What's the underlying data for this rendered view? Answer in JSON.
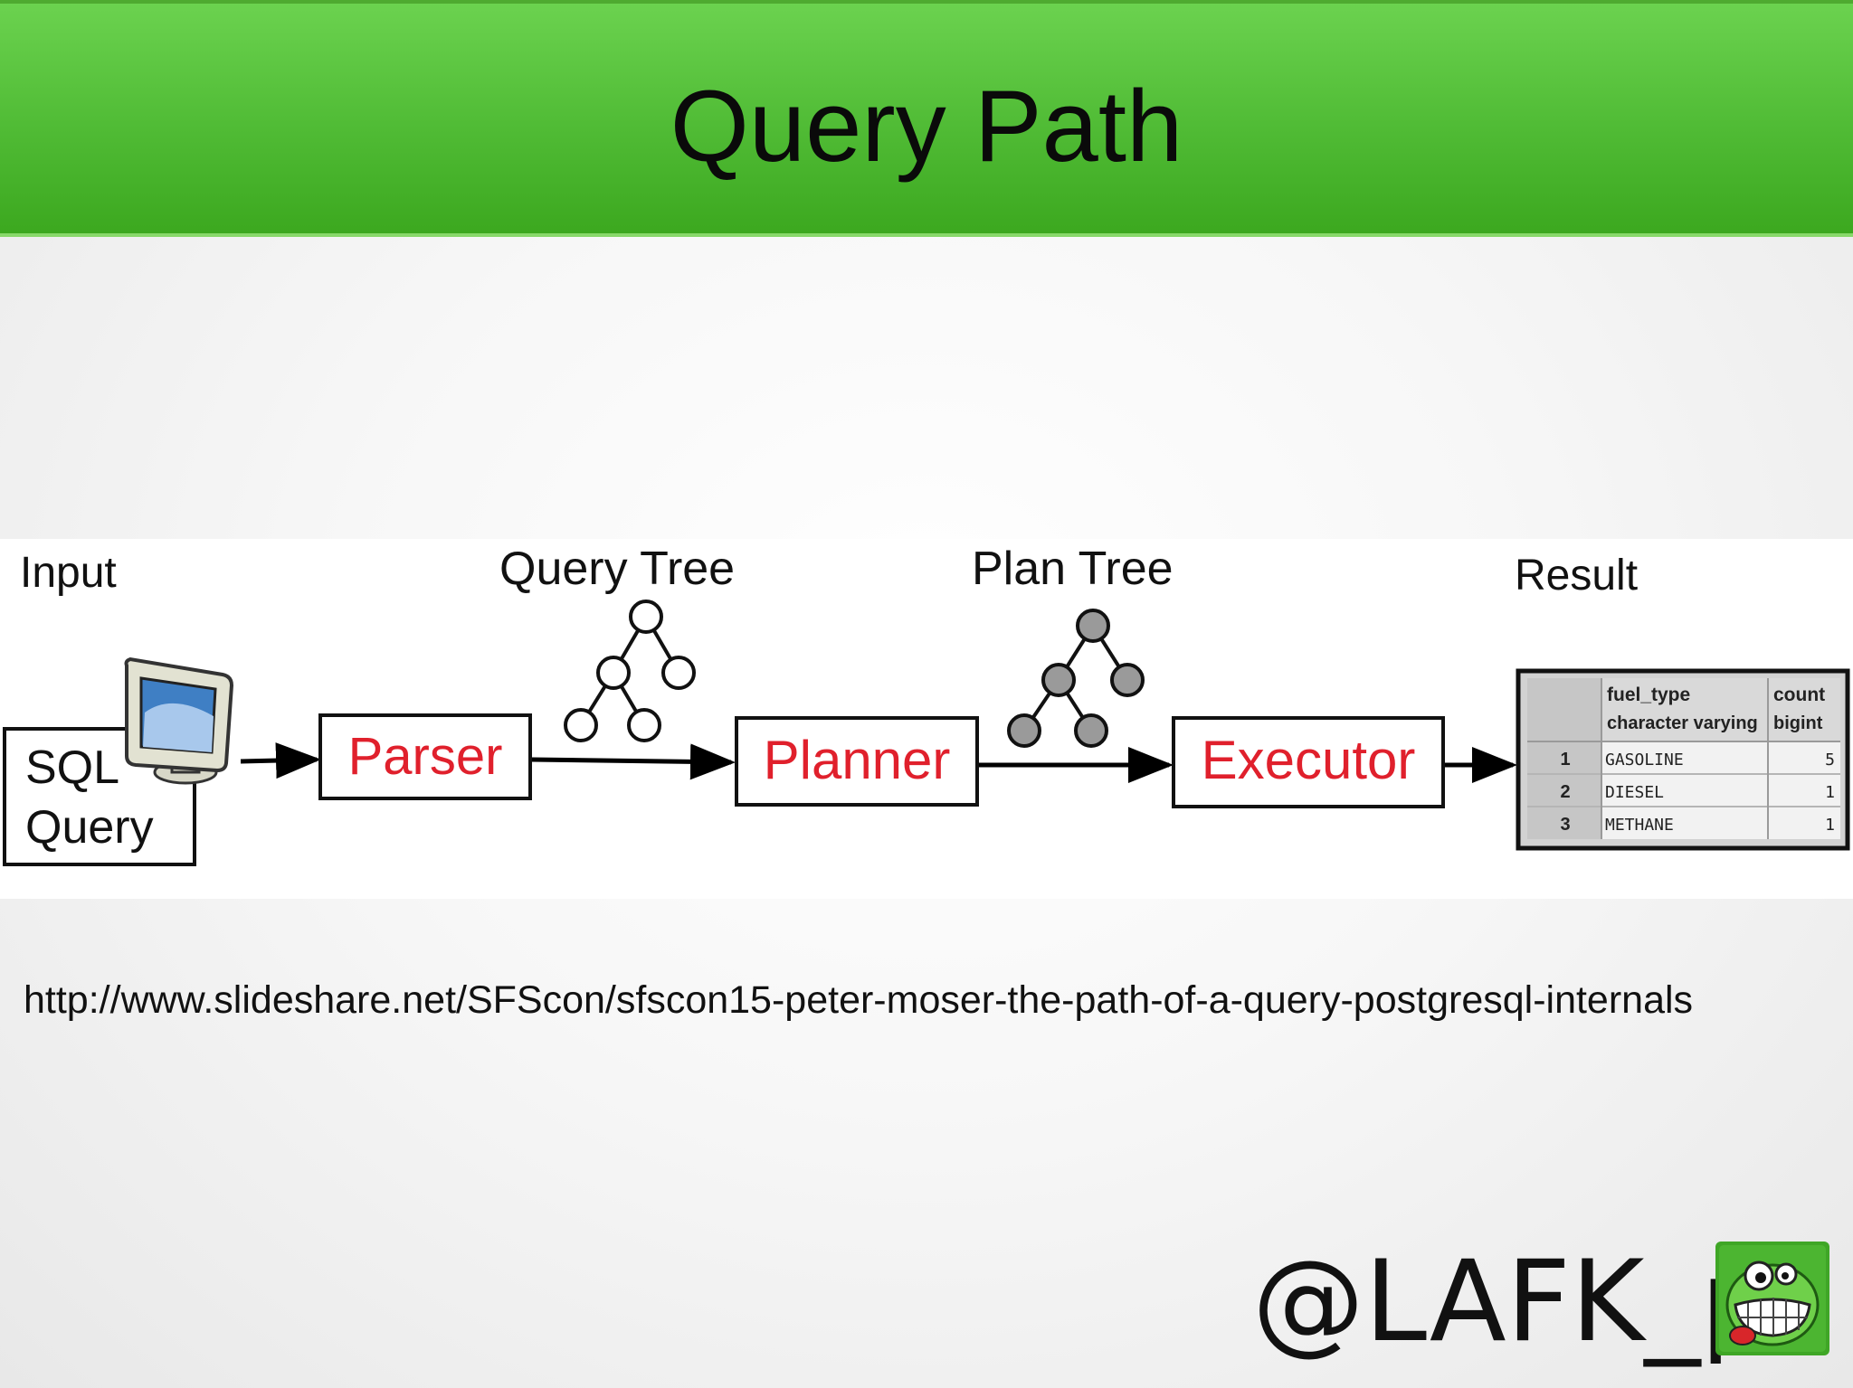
{
  "title": "Query Path",
  "diagram": {
    "stage_labels": {
      "input": "Input",
      "query_tree": "Query Tree",
      "plan_tree": "Plan Tree",
      "result": "Result"
    },
    "input_box": {
      "line1": "SQL",
      "line2": "Query"
    },
    "steps": [
      "Parser",
      "Planner",
      "Executor"
    ],
    "result_table": {
      "columns": [
        {
          "name": "fuel_type",
          "type": "character varying"
        },
        {
          "name": "count",
          "type": "bigint"
        }
      ],
      "rows": [
        {
          "index": "1",
          "fuel_type": "GASOLINE",
          "count": "5"
        },
        {
          "index": "2",
          "fuel_type": "DIESEL",
          "count": "1"
        },
        {
          "index": "3",
          "fuel_type": "METHANE",
          "count": "1"
        }
      ]
    },
    "colors": {
      "step_text": "#e0202c",
      "plan_node_fill": "#9a9a9a",
      "query_node_fill": "#ffffff"
    }
  },
  "source_url": "http://www.slideshare.net/SFScon/sfscon15-peter-moser-the-path-of-a-query-postgresql-internals",
  "handle": "@LAFK_pl"
}
